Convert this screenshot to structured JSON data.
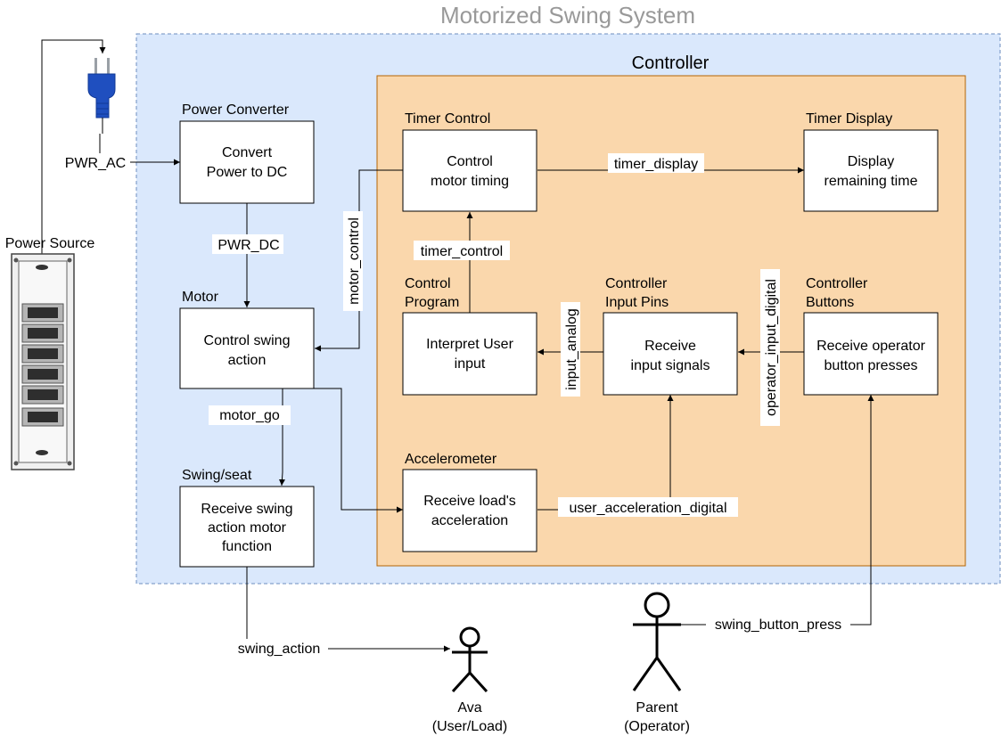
{
  "title": "Motorized Swing System",
  "controller_title": "Controller",
  "power_source_label": "Power Source",
  "colors": {
    "system_fill": "#dae8fc",
    "system_border": "#6c8ebf",
    "controller_fill": "#fad7ac",
    "controller_border": "#b46504",
    "plug": "#1f4fbf",
    "title": "#999999"
  },
  "blocks": {
    "power_converter": {
      "header": "Power Converter",
      "line1": "Convert",
      "line2": "Power to DC"
    },
    "motor": {
      "header": "Motor",
      "line1": "Control swing",
      "line2": "action"
    },
    "swing_seat": {
      "header": "Swing/seat",
      "line1": "Receive swing",
      "line2": "action motor",
      "line3": "function"
    },
    "timer_control": {
      "header": "Timer Control",
      "line1": "Control",
      "line2": "motor timing"
    },
    "timer_display": {
      "header": "Timer Display",
      "line1": "Display",
      "line2": "remaining time"
    },
    "control_program": {
      "header1": "Control",
      "header2": "Program",
      "line1": "Interpret User",
      "line2": "input"
    },
    "controller_input_pins": {
      "header1": "Controller",
      "header2": "Input Pins",
      "line1": "Receive",
      "line2": "input signals"
    },
    "controller_buttons": {
      "header1": "Controller",
      "header2": "Buttons",
      "line1": "Receive operator",
      "line2": "button presses"
    },
    "accelerometer": {
      "header": "Accelerometer",
      "line1": "Receive load's",
      "line2": "acceleration"
    }
  },
  "signals": {
    "pwr_ac": "PWR_AC",
    "pwr_dc": "PWR_DC",
    "motor_control": "motor_control",
    "timer_display": "timer_display",
    "timer_control": "timer_control",
    "input_analog": "input_analog",
    "operator_input_digital": "operator_input_digital",
    "motor_go": "motor_go",
    "user_acceleration_digital": "user_acceleration_digital",
    "swing_action": "swing_action",
    "swing_button_press": "swing_button_press"
  },
  "actors": {
    "ava": {
      "name": "Ava",
      "role": "(User/Load)"
    },
    "parent": {
      "name": "Parent",
      "role": "(Operator)"
    }
  },
  "icons": [
    "plug-icon",
    "power-strip-icon",
    "stick-figure-icon"
  ]
}
